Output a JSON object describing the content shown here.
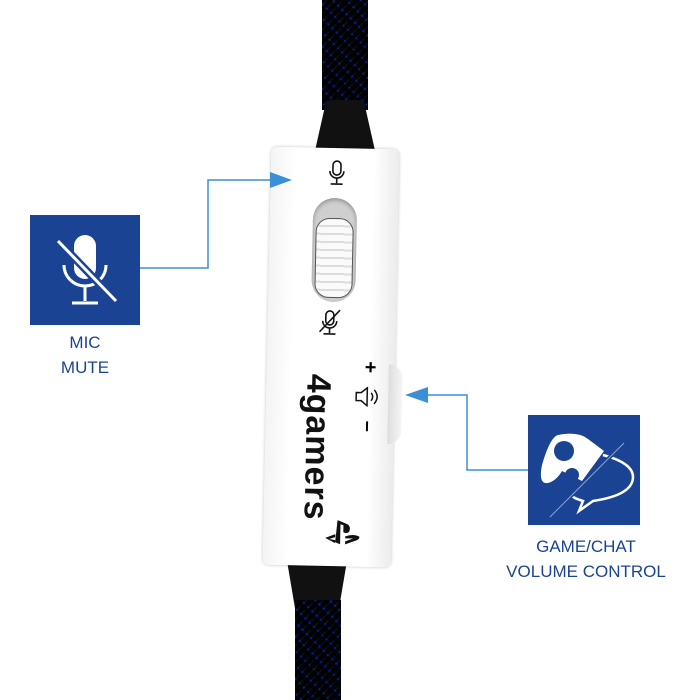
{
  "left_feature": {
    "icon": "mic-mute-icon",
    "caption_line1": "MIC",
    "caption_line2": "MUTE"
  },
  "right_feature": {
    "icon": "controller-chat-icon",
    "caption_line1": "GAME/CHAT",
    "caption_line2": "VOLUME CONTROL"
  },
  "device": {
    "brand_logo": "4gamers",
    "volume_plus": "+",
    "volume_minus": "–",
    "logo_icon": "playstation-logo-icon"
  },
  "colors": {
    "box_blue": "#1b4394",
    "arrow_blue": "#3b8fd6"
  }
}
